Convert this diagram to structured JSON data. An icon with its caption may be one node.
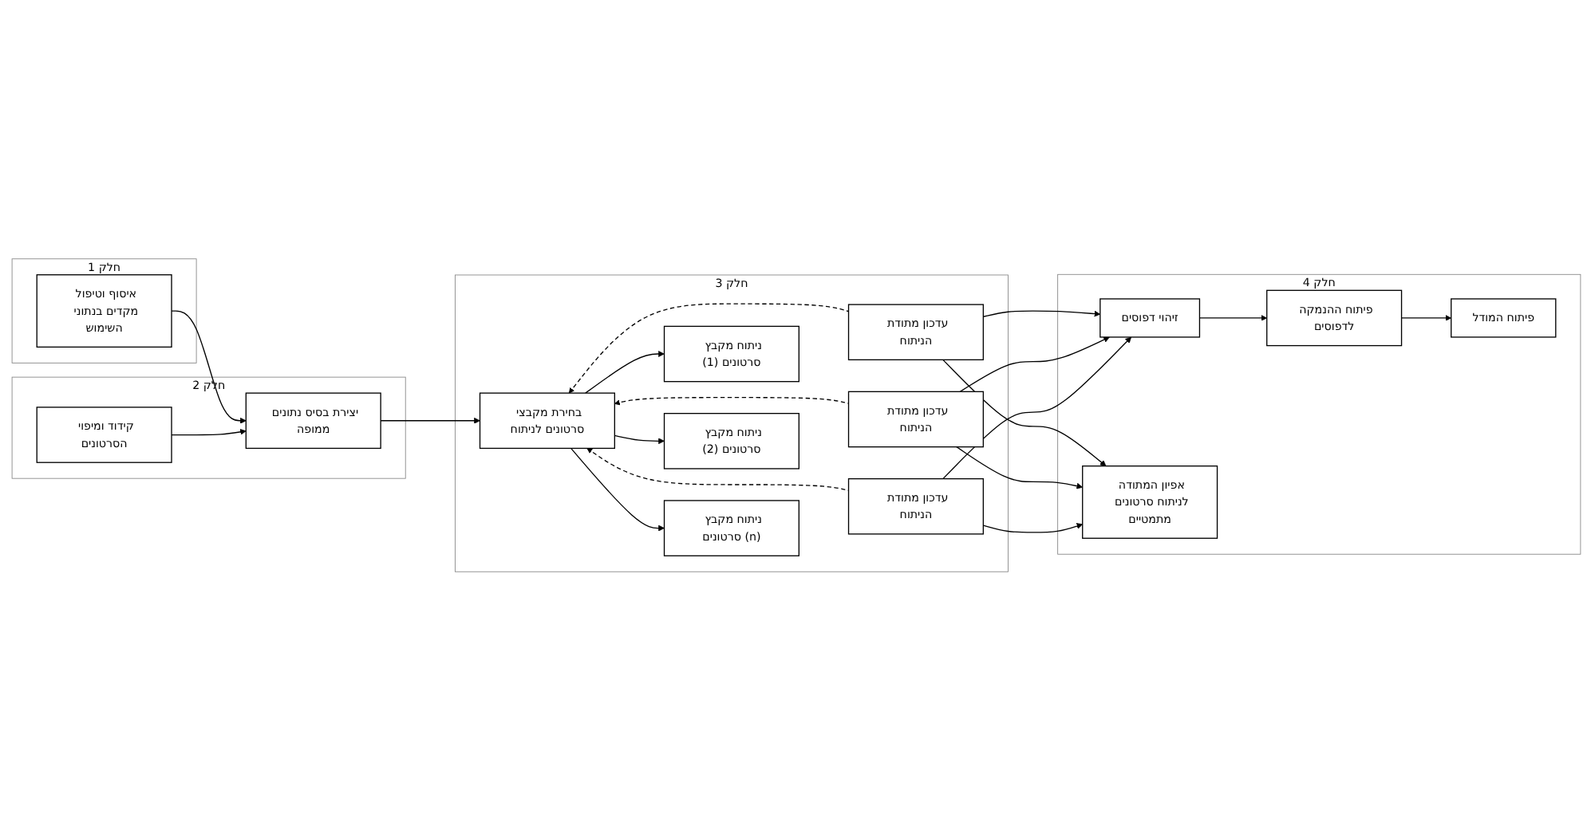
{
  "diagram": {
    "nodes": [
      {
        "text": [
          "חלק 1"
        ]
      },
      {
        "text": [
          "איסוף וטיפול מקדים בנתוני השימוש"
        ],
        "in": 0
      },
      {
        "text": [
          "חלק 2"
        ]
      },
      {
        "text": [
          "קידוד ומיפוי הסרטונים"
        ],
        "in": 2
      },
      {
        "text": [
          "יצירת בסיס נתונים ממופה"
        ],
        "in": 2
      },
      {
        "text": [
          "חלק 3"
        ]
      },
      {
        "text": [
          "בחירת מקבצי סרטונים לניתוח"
        ],
        "in": 5
      },
      {
        "text": [
          "ניתוח מקבץ סרטונים (1)"
        ],
        "in": 5
      },
      {
        "text": [
          "עדכון מתודת הניתוח"
        ],
        "in": 5
      },
      {
        "text": [
          "ניתוח מקבץ סרטונים (2)"
        ],
        "in": 5
      },
      {
        "text": [
          "עדכון מתודת הניתוח"
        ],
        "in": 5
      },
      {
        "text": [
          "ניתוח מקבץ סרטונים (n)"
        ],
        "in": 5
      },
      {
        "text": [
          "עדכון מתודת הניתוח"
        ],
        "in": 5
      },
      {
        "text": [
          "חלק 4"
        ]
      },
      {
        "text": [
          "זיהוי דפוסים"
        ],
        "in": 13
      },
      {
        "text": [
          "פיתוח ההנמקה לדפוסים"
        ],
        "in": 13
      },
      {
        "text": [
          "פיתוח המודל"
        ],
        "in": 13
      },
      {
        "text": [
          "אפיון המתודה לניתוח סרטונים מתמטיים"
        ],
        "in": 13
      }
    ],
    "edges": [
      {
        "from": 1,
        "to": 4,
        "arrow": "to"
      },
      {
        "from": 3,
        "to": 4,
        "arrow": "to"
      },
      {
        "from": 4,
        "to": 6,
        "arrow": "to"
      },
      {
        "from": 6,
        "to": 7,
        "arrow": "to"
      },
      {
        "from": 6,
        "to": 9,
        "arrow": "to"
      },
      {
        "from": 6,
        "to": 11,
        "arrow": "to"
      },
      {
        "from": 8,
        "to": 14,
        "arrow": "to"
      },
      {
        "from": 8,
        "to": 17,
        "arrow": "to"
      },
      {
        "from": 10,
        "to": 14,
        "arrow": "to"
      },
      {
        "from": 10,
        "to": 17,
        "arrow": "to"
      },
      {
        "from": 12,
        "to": 14,
        "arrow": "to"
      },
      {
        "from": 12,
        "to": 17,
        "arrow": "to"
      },
      {
        "from": 8,
        "to": 6,
        "arrow": "to",
        "style": "dashed"
      },
      {
        "from": 10,
        "to": 6,
        "arrow": "to",
        "style": "dashed"
      },
      {
        "from": 12,
        "to": 6,
        "arrow": "to",
        "style": "dashed"
      },
      {
        "from": 14,
        "to": 15,
        "arrow": "to"
      },
      {
        "from": 15,
        "to": 16,
        "arrow": "to"
      }
    ]
  }
}
